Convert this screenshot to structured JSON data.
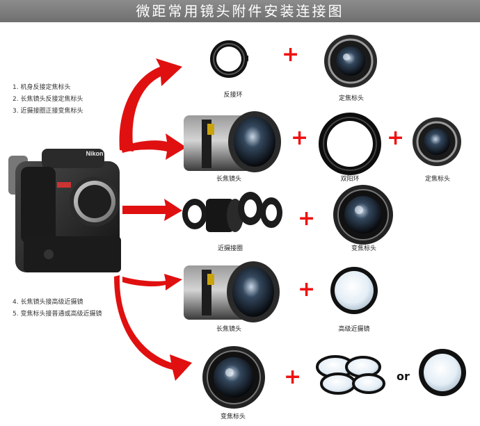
{
  "title": "微距常用镜头附件安装连接图",
  "steps_top": [
    "1. 机身反接定焦标头",
    "2. 长焦镜头反接定焦标头",
    "3. 近摄接圈正接变焦标头"
  ],
  "steps_bottom": [
    "4. 长焦镜头接高级近摄镜",
    "5. 变焦标头接普通或高级近摄镜"
  ],
  "camera_brand": "Nikon",
  "rows": [
    {
      "captions": [
        "反接环",
        "定焦标头"
      ]
    },
    {
      "captions": [
        "长焦镜头",
        "双阳环",
        "定焦标头"
      ]
    },
    {
      "captions": [
        "近摄接圈",
        "变焦标头"
      ]
    },
    {
      "captions": [
        "长焦镜头",
        "高级近摄镜"
      ]
    },
    {
      "captions": [
        "变焦标头"
      ]
    }
  ],
  "plus_symbol": "+",
  "or_text": "or",
  "colors": {
    "arrow": "#e01010",
    "plus": "#ee1111",
    "banner": "#7d7d7d"
  }
}
